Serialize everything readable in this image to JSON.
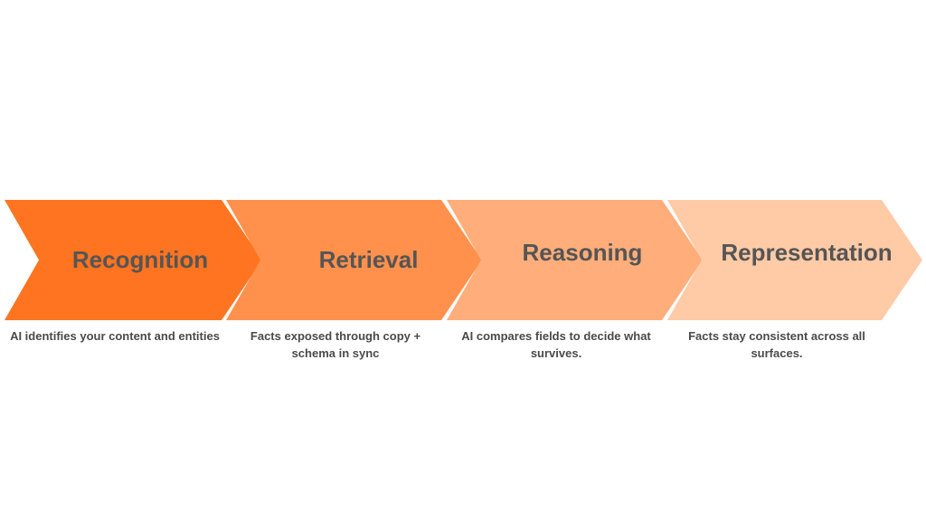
{
  "steps": [
    {
      "title": "Recognition",
      "description": "AI identifies your content and entities",
      "color": "#ff7420"
    },
    {
      "title": "Retrieval",
      "description": "Facts exposed through copy + schema in sync",
      "color": "#ff914d"
    },
    {
      "title": "Reasoning",
      "description": "AI compares fields to decide what survives.",
      "color": "#ffad7a"
    },
    {
      "title": "Representation",
      "description": "Facts stay consistent across all surfaces.",
      "color": "#ffcaa6"
    }
  ]
}
